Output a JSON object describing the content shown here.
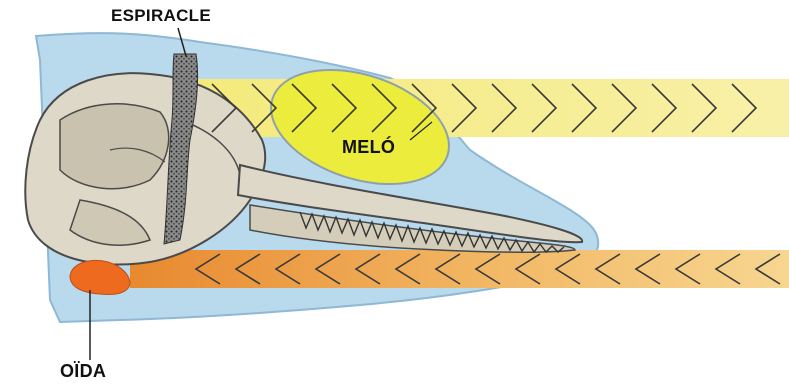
{
  "labels": {
    "espiracle": "ESPIRACLE",
    "melo": "MELÓ",
    "oida": "OÏDA"
  },
  "colors": {
    "head_fill": "#b9d9ec",
    "head_edge": "#8fb8d4",
    "emitted_beam": "#f7ee8a",
    "melon": "#ecec3c",
    "received_beam": "#f0b45a",
    "ear": "#ee6a1e",
    "bone": "#ddd8c8",
    "bone_dark": "#4a4a4a"
  },
  "icons": {
    "emitted_chevrons": "chevron-right",
    "received_chevrons": "chevron-left"
  }
}
